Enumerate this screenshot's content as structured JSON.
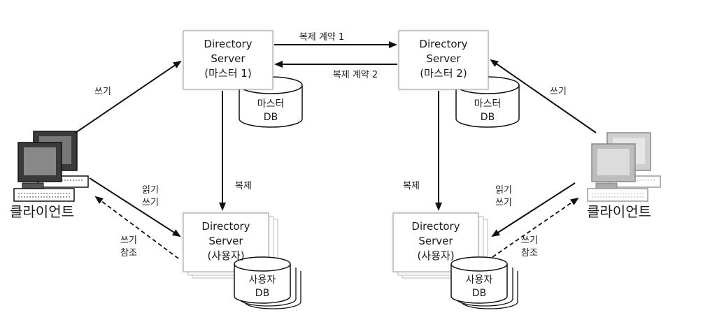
{
  "master1": {
    "line1": "Directory",
    "line2": "Server",
    "line3": "(마스터 1)"
  },
  "master2": {
    "line1": "Directory",
    "line2": "Server",
    "line3": "(마스터 2)"
  },
  "consumer1": {
    "line1": "Directory",
    "line2": "Server",
    "line3": "(사용자)"
  },
  "consumer2": {
    "line1": "Directory",
    "line2": "Server",
    "line3": "(사용자)"
  },
  "master_db1": {
    "line1": "마스터",
    "line2": "DB"
  },
  "master_db2": {
    "line1": "마스터",
    "line2": "DB"
  },
  "consumer_db1": {
    "line1": "사용자",
    "line2": "DB"
  },
  "consumer_db2": {
    "line1": "사용자",
    "line2": "DB"
  },
  "agreement1": "복제 계약 1",
  "agreement2": "복제 계약 2",
  "replicate_left": "복제",
  "replicate_right": "복제",
  "client_left": {
    "label": "클라이언트",
    "write": "쓰기",
    "read_write_1": "읽기",
    "read_write_2": "쓰기",
    "referral_1": "쓰기",
    "referral_2": "참조"
  },
  "client_right": {
    "label": "클라이언트",
    "write": "쓰기",
    "read_write_1": "읽기",
    "read_write_2": "쓰기",
    "referral_1": "쓰기",
    "referral_2": "참조"
  },
  "colors": {
    "line": "#111111",
    "box_fill": "#ffffff",
    "box_stroke": "#999999",
    "monitor_left": "#3a3a3a",
    "monitor_right": "#c8c8c8"
  }
}
